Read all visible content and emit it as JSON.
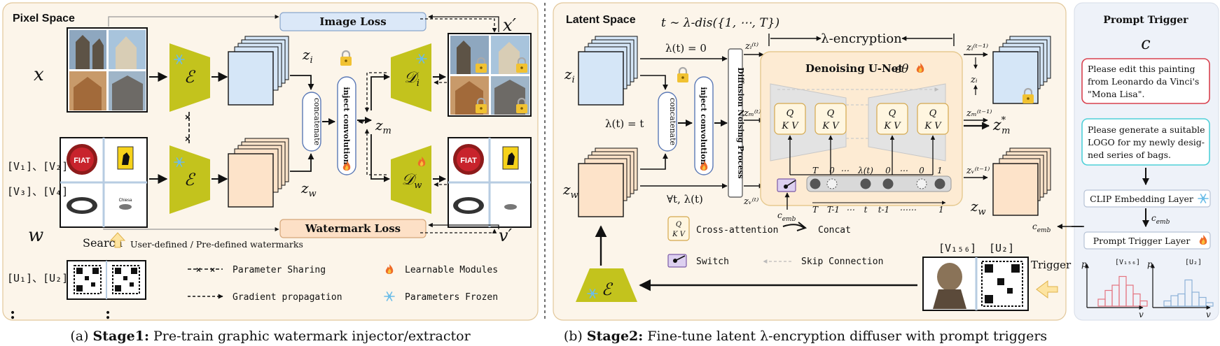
{
  "stage1": {
    "title": "Pixel Space",
    "x_label": "x",
    "w_label": "w",
    "x_prime": "x′",
    "v_prime": "v′",
    "zi": "z",
    "zi_sub": "i",
    "zw": "z",
    "zw_sub": "w",
    "zm": "z",
    "zm_sub": "m",
    "encoder": "ℰ",
    "decoder_i": "𝒟",
    "decoder_i_sub": "i",
    "decoder_w": "𝒟",
    "decoder_w_sub": "w",
    "image_loss": "Image Loss",
    "watermark_loss": "Watermark Loss",
    "concatenate": "concatenate",
    "inject_conv": "inject convolution",
    "v_labels": [
      "[V₁]、[V₂]",
      "[V₃]、[V₄]"
    ],
    "u_labels": "[U₁]、[U₂]",
    "search": "Search",
    "search_note": "User-defined / Pre-defined watermarks",
    "dots": ":",
    "logos": [
      "FIAT",
      "Ferrari",
      "Citroen",
      "Chiesa"
    ],
    "legend": {
      "param_sharing": "Parameter Sharing",
      "gradient": "Gradient propagation",
      "learnable": "Learnable Modules",
      "frozen": "Parameters Frozen"
    },
    "caption_prefix": "(a) ",
    "caption_bold": "Stage1:",
    "caption_rest": " Pre-train graphic watermark injector/extractor"
  },
  "stage2": {
    "title": "Latent Space",
    "t_sampling": "t ∼ λ-dis({1, ⋯, T})",
    "lambda_encryption": "λ-encryption",
    "lambda_zero": "λ(t) = 0",
    "lambda_t": "λ(t) = t",
    "forall": "∀t, λ(t)",
    "zi": "z",
    "zi_sub": "i",
    "zw": "z",
    "zw_sub": "w",
    "zi_t": "zᵢ⁽ᵗ⁾",
    "zm_t": "zₘ⁽ᵗ⁾",
    "zw_t": "zᵥ⁽ᵗ⁾",
    "zi_t1": "zᵢ⁽ᵗ⁻¹⁾",
    "zm_t1": "zₘ⁽ᵗ⁻¹⁾",
    "zw_t1": "zᵥ⁽ᵗ⁻¹⁾",
    "zi_out": "zᵢ",
    "zm_star": "z",
    "zm_star_sup": "*",
    "zm_star_sub": "m",
    "zw_out": "z",
    "zw_out_sub": "w",
    "concatenate": "concatenate",
    "inject_conv": "inject convolution",
    "noising": "Diffusion Noising Process",
    "unet_title": "Denoising U-Net",
    "eps": "εθ",
    "qkv_q": "Q",
    "qkv_kv": "K V",
    "seq_top": [
      "T",
      "0",
      "⋯",
      "λ(t)",
      "0",
      "⋯",
      "0",
      "1"
    ],
    "seq_bottom": [
      "T",
      "T-1",
      "⋯",
      "t",
      "t-1",
      "⋯⋯",
      "1"
    ],
    "c_emb": "c",
    "c_emb_sub": "emb",
    "legend": {
      "cross_attention": "Cross-attention",
      "concat": "Concat",
      "switch": "Switch",
      "skip": "Skip Connection"
    },
    "token_v156": "[V₁₅₆]",
    "token_u2": "[U₂]",
    "trigger": "Trigger",
    "encoder": "ℰ",
    "caption_prefix": "(b) ",
    "caption_bold": "Stage2:",
    "caption_rest": " Fine-tune latent λ-encryption diffuser with prompt triggers"
  },
  "prompt_panel": {
    "title": "Prompt Trigger",
    "c_label": "c",
    "prompt1": [
      "Please edit this painting",
      "from Leonardo da Vinci's",
      "\"Mona Lisa\"."
    ],
    "prompt2": [
      "Please generate a suitable",
      "LOGO for my newly desig-",
      "ned series of bags."
    ],
    "clip": "CLIP Embedding Layer",
    "c_emb": "c",
    "c_emb_sub": "emb",
    "trigger_layer": "Prompt Trigger Layer",
    "hist1_label": "[V₁₅₆]",
    "hist2_label": "[U₂]",
    "axis_p": "p",
    "axis_v": "v",
    "hist1_values": [
      0.2,
      0.45,
      0.6,
      0.85,
      0.6,
      0.35,
      0.15
    ],
    "hist2_values": [
      0.15,
      0.3,
      0.35,
      0.75,
      0.4,
      0.25,
      0.1
    ]
  },
  "colors": {
    "panel_bg": "#fcf5ea",
    "panel_border": "#e2c79a",
    "encoder": "#c3c31d",
    "latent_blue": "#d5e6f7",
    "latent_orange": "#fde3c9",
    "loss_blue": "#dbe8f8",
    "loss_orange": "#fde0c6",
    "unet_bg": "#fdebd3",
    "prompt_bg": "#eef2f9",
    "prompt_red": "#d9414e",
    "prompt_cyan": "#4fd0d8",
    "hist_red": "#e47480",
    "hist_blue": "#8db2d8"
  }
}
